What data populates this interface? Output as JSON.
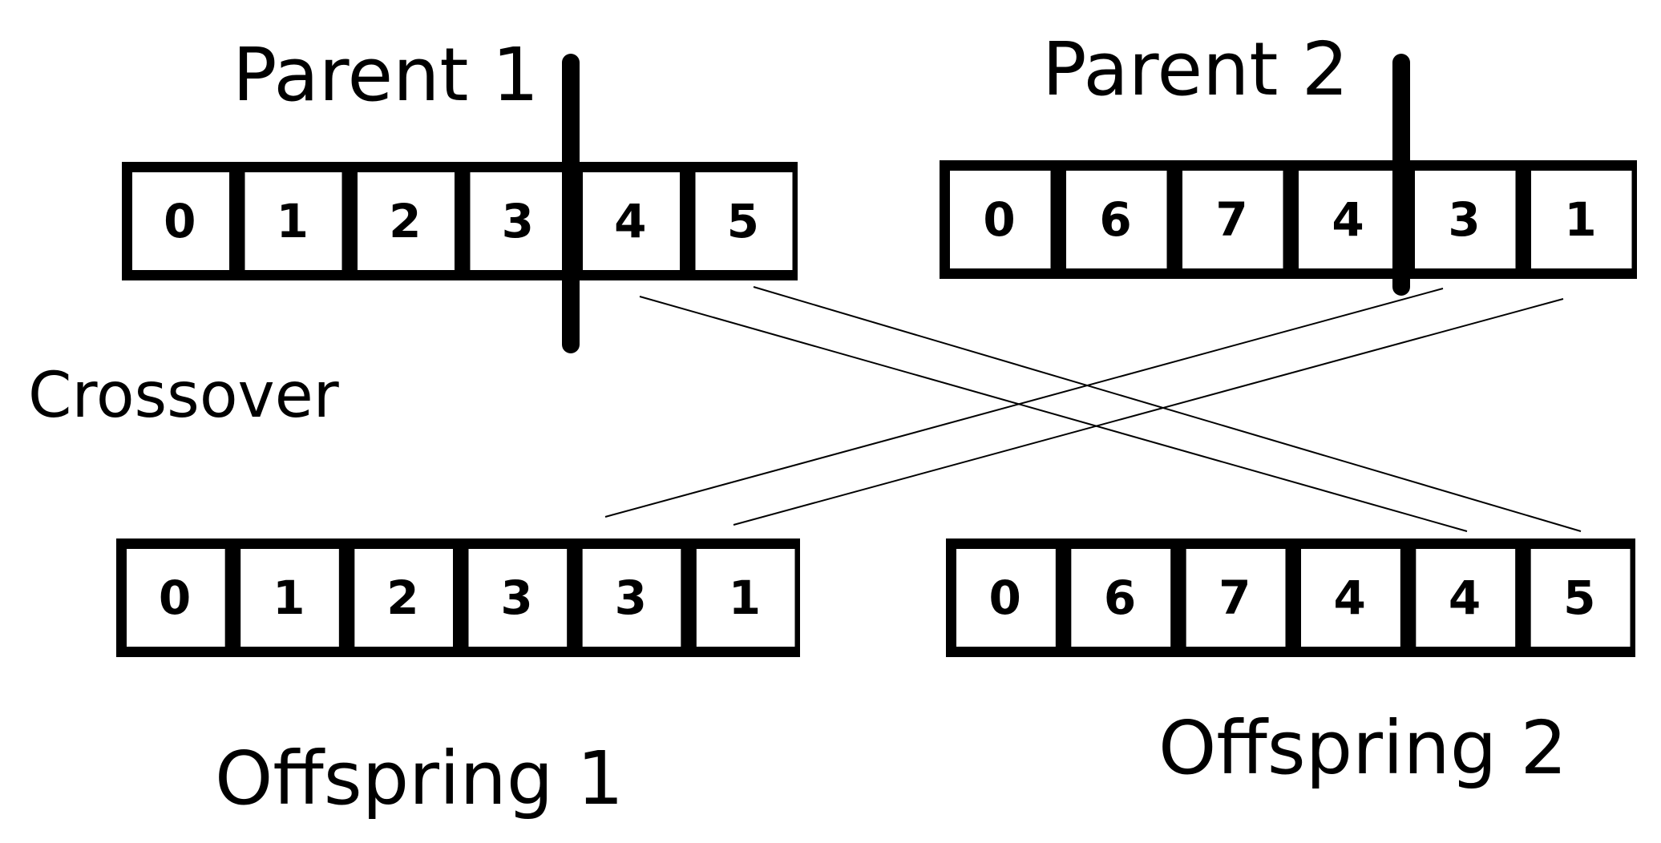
{
  "labels": {
    "parent1": "Parent 1",
    "parent2": "Parent 2",
    "crossover": "Crossover",
    "offspring1": "Offspring 1",
    "offspring2": "Offspring 2"
  },
  "chromosomes": {
    "parent1": [
      "0",
      "1",
      "2",
      "3",
      "4",
      "5"
    ],
    "parent2": [
      "0",
      "6",
      "7",
      "4",
      "3",
      "1"
    ],
    "offspring1": [
      "0",
      "1",
      "2",
      "3",
      "3",
      "1"
    ],
    "offspring2": [
      "0",
      "6",
      "7",
      "4",
      "4",
      "5"
    ]
  },
  "crossover_point": 4
}
